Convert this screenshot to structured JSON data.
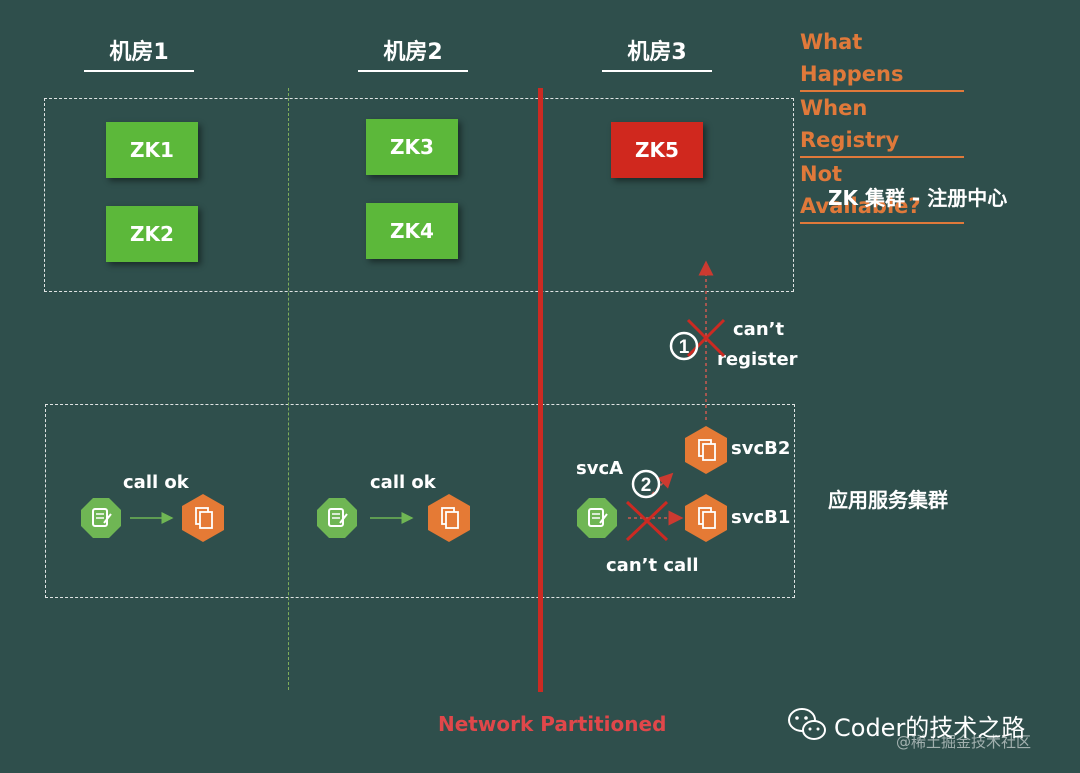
{
  "rooms": [
    "机房1",
    "机房2",
    "机房3"
  ],
  "question": [
    "What Happens",
    "When Registry",
    "Not Available?"
  ],
  "zk_nodes": [
    {
      "label": "ZK1",
      "status": "up"
    },
    {
      "label": "ZK2",
      "status": "up"
    },
    {
      "label": "ZK3",
      "status": "up"
    },
    {
      "label": "ZK4",
      "status": "up"
    },
    {
      "label": "ZK5",
      "status": "partitioned"
    }
  ],
  "zk_cluster_label": "ZK 集群 - 注册中心",
  "app_cluster_label": "应用服务集群",
  "calls": {
    "room1": "call ok",
    "room2": "call ok",
    "svcA": "svcA",
    "svcB1": "svcB1",
    "svcB2": "svcB2",
    "cant_register": [
      "can’t",
      "register"
    ],
    "cant_call": "can’t call",
    "step1": "1",
    "step2": "2"
  },
  "partition_label": "Network Partitioned",
  "watermark": {
    "main": "Coder的技术之路",
    "sub": "@稀土掘金技术社区"
  },
  "colors": {
    "background": "#2f4f4c",
    "zk_up": "#5cb83a",
    "zk_down": "#d0281e",
    "partition": "#cc2a22",
    "question": "#e0793a",
    "service_orange": "#e57a35",
    "client_green": "#6fb654"
  }
}
